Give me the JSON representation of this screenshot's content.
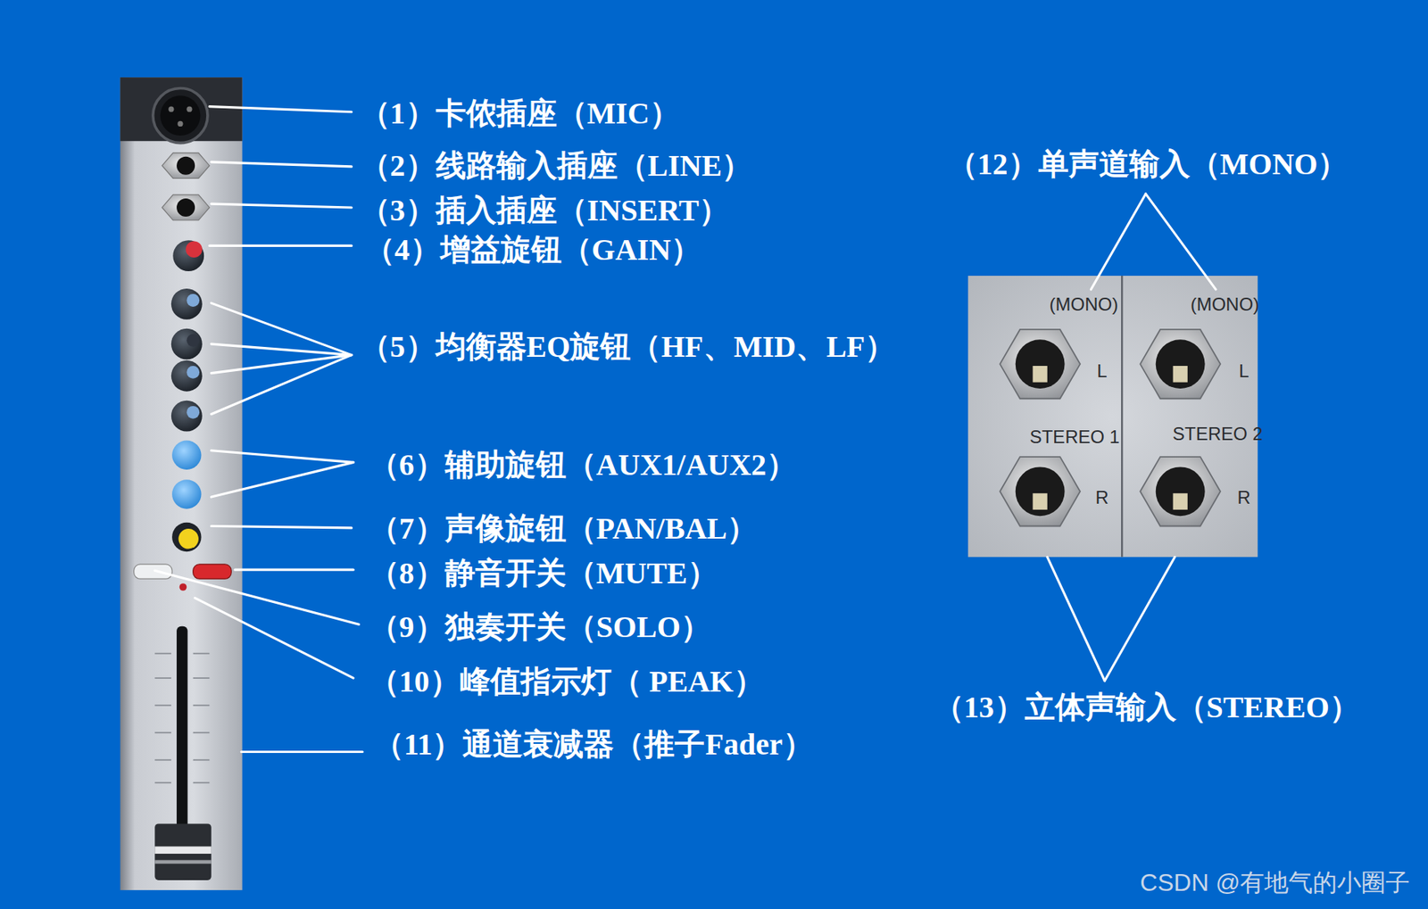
{
  "diagram": {
    "labels": [
      "（1）卡侬插座（MIC）",
      "（2）线路输入插座（LINE）",
      "（3）插入插座（INSERT）",
      "（4）增益旋钮（GAIN）",
      "（5）均衡器EQ旋钮（HF、MID、LF）",
      "（6）辅助旋钮（AUX1/AUX2）",
      "（7）声像旋钮（PAN/BAL）",
      "（8）静音开关（MUTE）",
      "（9）独奏开关（SOLO）",
      "（10）峰值指示灯（ PEAK）",
      "（11）通道衰减器（推子Fader）",
      "（12）单声道输入（MONO）",
      "（13）立体声输入（STEREO）",
      "(MONO)",
      "L",
      "STEREO 1",
      "R",
      "(MONO)",
      "L",
      "STEREO 2",
      "R",
      "CSDN @有地气的小圈子"
    ]
  }
}
